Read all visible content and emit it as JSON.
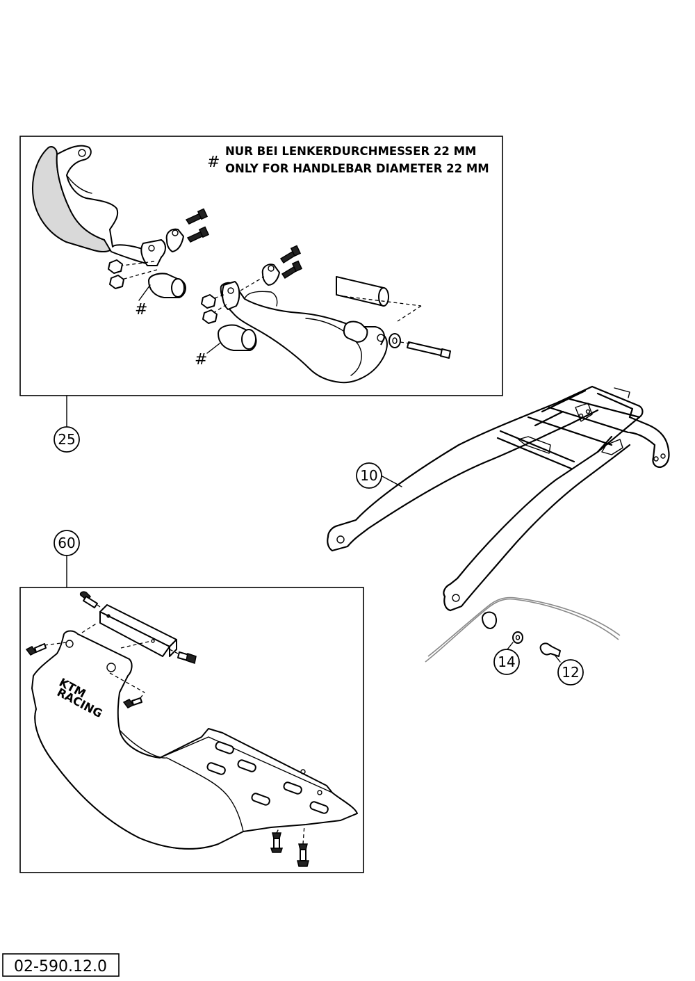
{
  "note": {
    "symbol": "#",
    "line_de": "NUR BEI LENKERDURCHMESSER 22 MM",
    "line_en": "ONLY FOR HANDLEBAR DIAMETER 22 MM"
  },
  "hash_marker": "#",
  "callouts": {
    "handguards": "25",
    "rack": "10",
    "skidplate": "60",
    "washer": "14",
    "screw": "12"
  },
  "drawing_code": "02-590.12.0",
  "logo_text": "KTM RACING"
}
